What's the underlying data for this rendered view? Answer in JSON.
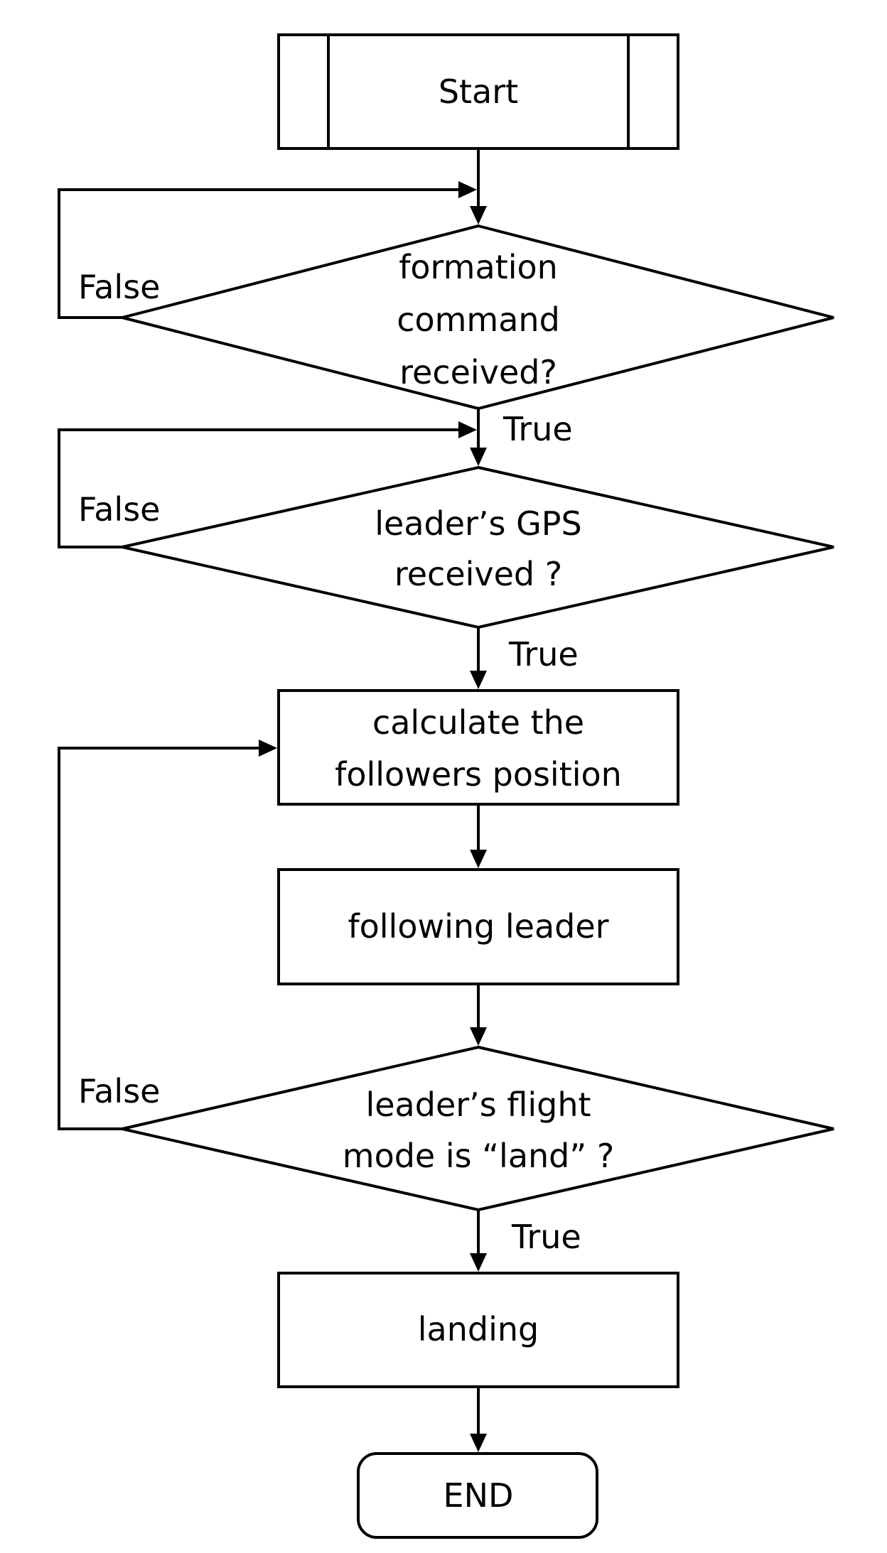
{
  "diagram": {
    "type": "flowchart",
    "nodes": {
      "start": {
        "shape": "predefined-process",
        "lines": [
          "Start"
        ]
      },
      "decision_formation": {
        "shape": "decision",
        "lines": [
          "formation",
          "command",
          "received?"
        ]
      },
      "decision_gps": {
        "shape": "decision",
        "lines": [
          "leader’s GPS",
          "received ?"
        ]
      },
      "calc_position": {
        "shape": "process",
        "lines": [
          "calculate the",
          "followers position"
        ]
      },
      "following_leader": {
        "shape": "process",
        "lines": [
          "following leader"
        ]
      },
      "decision_land": {
        "shape": "decision",
        "lines": [
          "leader’s flight",
          "mode is “land” ?"
        ]
      },
      "landing": {
        "shape": "process",
        "lines": [
          "landing"
        ]
      },
      "end": {
        "shape": "terminator",
        "lines": [
          "END"
        ]
      }
    },
    "edges": [
      {
        "from": "start",
        "to": "decision_formation",
        "label": ""
      },
      {
        "from": "decision_formation",
        "to": "decision_formation",
        "label": "False"
      },
      {
        "from": "decision_formation",
        "to": "decision_gps",
        "label": "True"
      },
      {
        "from": "decision_gps",
        "to": "decision_gps",
        "label": "False"
      },
      {
        "from": "decision_gps",
        "to": "calc_position",
        "label": "True"
      },
      {
        "from": "calc_position",
        "to": "following_leader",
        "label": ""
      },
      {
        "from": "following_leader",
        "to": "decision_land",
        "label": ""
      },
      {
        "from": "decision_land",
        "to": "calc_position",
        "label": "False"
      },
      {
        "from": "decision_land",
        "to": "landing",
        "label": "True"
      },
      {
        "from": "landing",
        "to": "end",
        "label": ""
      }
    ]
  }
}
